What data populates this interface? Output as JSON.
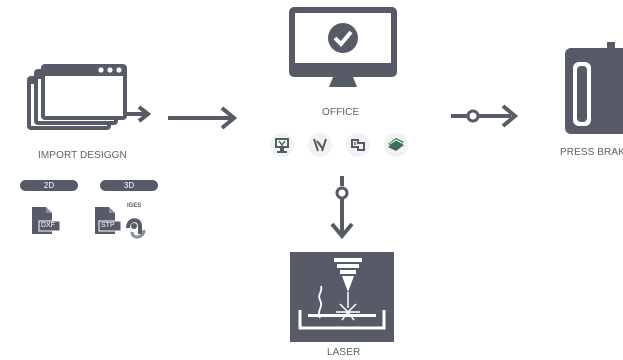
{
  "nodes": {
    "import": {
      "label": "IMPORT DESIGGN"
    },
    "office": {
      "label": "OFFICE"
    },
    "press_brake": {
      "label": "PRESS BRAKE"
    },
    "laser": {
      "label": "LASER"
    }
  },
  "formats": {
    "two_d": {
      "label": "2D",
      "file_types": [
        "DXF"
      ]
    },
    "three_d": {
      "label": "3D",
      "file_types": [
        "STP",
        "IGES"
      ]
    }
  },
  "colors": {
    "icon": "#575b68",
    "label_text": "#5b6068",
    "office_tool_green": "#2f7a4b",
    "background": "#ffffff"
  },
  "icons": {
    "import": "application-windows-icon",
    "office": "monitor-checkmark-icon",
    "press_brake": "press-brake-machine-icon",
    "laser": "laser-cutter-icon",
    "office_tools": [
      "cad-workstation-icon",
      "bending-tool-icon",
      "unfolded-part-icon",
      "sheet-stack-icon"
    ]
  }
}
